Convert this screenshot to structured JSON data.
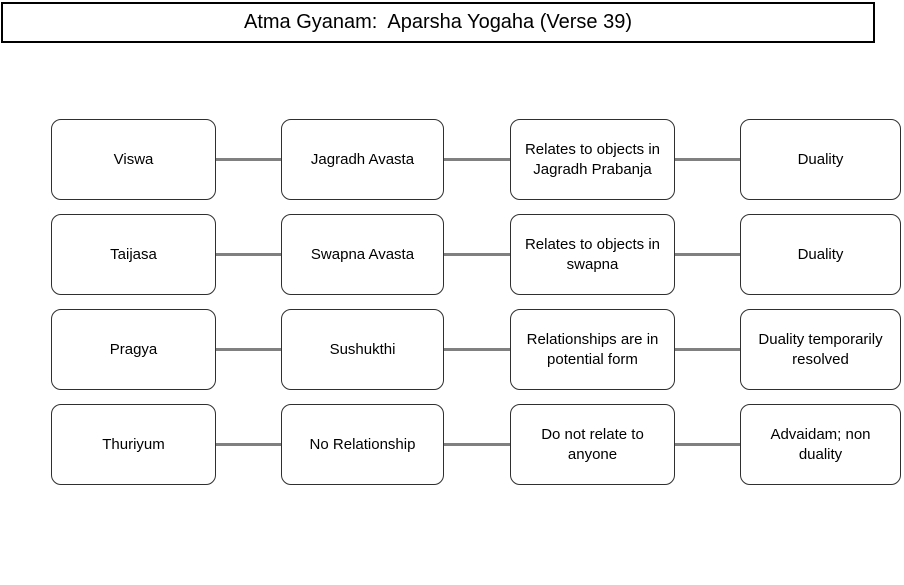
{
  "title": "Atma Gyanam:  Aparsha Yogaha (Verse 39)",
  "diagram": {
    "rows": [
      {
        "cells": [
          "Viswa",
          "Jagradh Avasta",
          "Relates to objects in Jagradh Prabanja",
          "Duality"
        ]
      },
      {
        "cells": [
          "Taijasa",
          "Swapna Avasta",
          "Relates to objects in swapna",
          "Duality"
        ]
      },
      {
        "cells": [
          "Pragya",
          "Sushukthi",
          "Relationships are in potential form",
          "Duality temporarily resolved"
        ]
      },
      {
        "cells": [
          "Thuriyum",
          "No Relationship",
          "Do not relate to anyone",
          "Advaidam; non duality"
        ]
      }
    ]
  },
  "colors": {
    "background": "#ffffff",
    "title_border": "#000000",
    "node_border": "#2f2f2f",
    "connector": "#808080",
    "text": "#000000"
  }
}
